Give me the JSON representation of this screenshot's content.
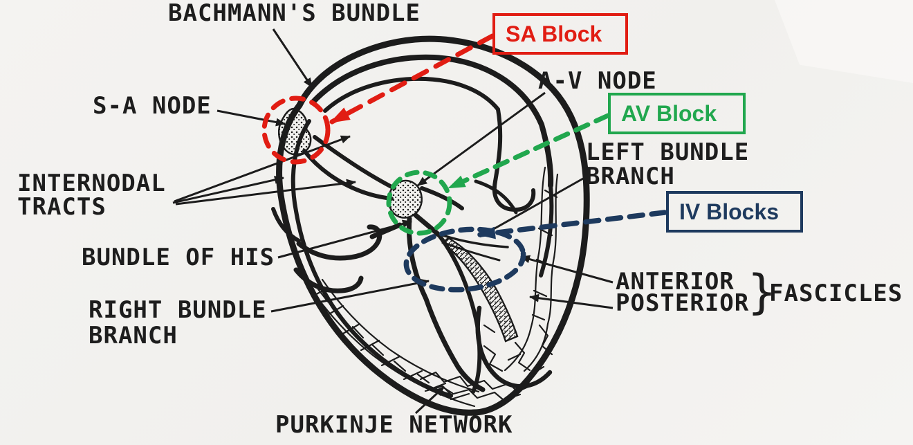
{
  "diagram": {
    "labels": {
      "bachmanns_bundle": "BACHMANN'S BUNDLE",
      "sa_node": "S-A NODE",
      "internodal_line1": "INTERNODAL",
      "internodal_line2": "TRACTS",
      "av_node": "A-V NODE",
      "left_bundle_line1": "LEFT BUNDLE",
      "left_bundle_line2": "BRANCH",
      "bundle_of_his": "BUNDLE OF HIS",
      "right_bundle_line1": "RIGHT BUNDLE",
      "right_bundle_line2": "BRANCH",
      "anterior": "ANTERIOR",
      "posterior": "POSTERIOR",
      "fascicles_brace": "}",
      "fascicles": "FASCICLES",
      "purkinje_network": "PURKINJE NETWORK"
    },
    "callouts": {
      "sa_block": {
        "text": "SA Block",
        "color": "#e11d13"
      },
      "av_block": {
        "text": "AV Block",
        "color": "#21a74e"
      },
      "iv_blocks": {
        "text": "IV Blocks",
        "color": "#1e3a5e"
      }
    },
    "colors": {
      "ink": "#1c1c1c",
      "paper": "#f2f1ee",
      "sa_red": "#e11d13",
      "av_green": "#21a74e",
      "iv_navy": "#1e3a5e"
    }
  }
}
